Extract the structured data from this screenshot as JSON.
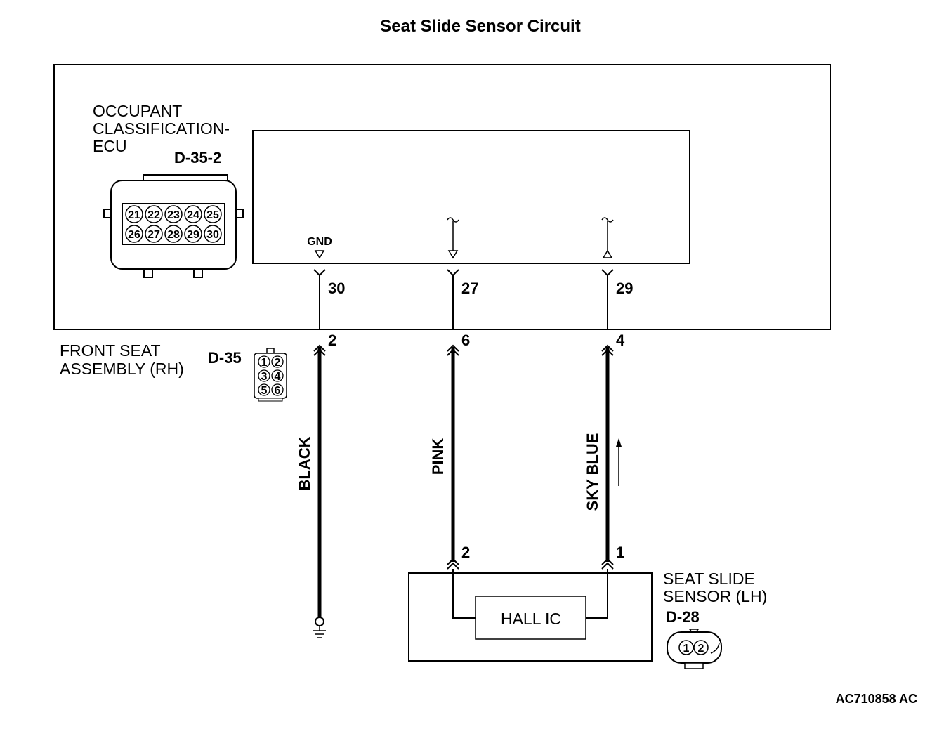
{
  "title": "Seat Slide Sensor Circuit",
  "ecu": {
    "name_lines": [
      "OCCUPANT",
      "CLASSIFICATION-",
      "ECU"
    ],
    "connector": "D-35-2",
    "pins_row1": [
      "21",
      "22",
      "23",
      "24",
      "25"
    ],
    "pins_row2": [
      "26",
      "27",
      "28",
      "29",
      "30"
    ],
    "gnd_label": "GND"
  },
  "harness": {
    "name_lines": [
      "FRONT SEAT",
      "ASSEMBLY (RH)"
    ],
    "connector": "D-35",
    "pins": [
      "1",
      "2",
      "3",
      "4",
      "5",
      "6"
    ]
  },
  "wires": [
    {
      "ecu_pin": "30",
      "harness_pin": "2",
      "color": "BLACK",
      "end": "ground"
    },
    {
      "ecu_pin": "27",
      "harness_pin": "6",
      "color": "PINK",
      "sensor_pin": "2"
    },
    {
      "ecu_pin": "29",
      "harness_pin": "4",
      "color": "SKY BLUE",
      "sensor_pin": "1"
    }
  ],
  "sensor": {
    "name_lines": [
      "SEAT SLIDE",
      "SENSOR (LH)"
    ],
    "connector": "D-28",
    "pins": [
      "1",
      "2"
    ],
    "ic_label": "HALL IC"
  },
  "code": "AC710858 AC"
}
